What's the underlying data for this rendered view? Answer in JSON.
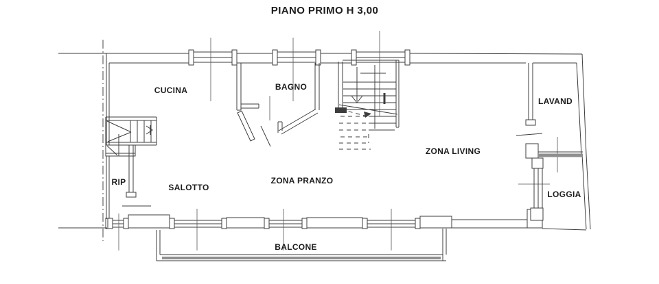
{
  "title": "PIANO PRIMO H 3,00",
  "rooms": {
    "cucina": {
      "label": "CUCINA"
    },
    "bagno": {
      "label": "BAGNO"
    },
    "lavanderia": {
      "label": "LAVAND"
    },
    "ripostiglio": {
      "label": "RIP"
    },
    "salotto": {
      "label": "SALOTTO"
    },
    "zona_pranzo": {
      "label": "ZONA PRANZO"
    },
    "zona_living": {
      "label": "ZONA LIVING"
    },
    "loggia": {
      "label": "LOGGIA"
    },
    "balcone": {
      "label": "BALCONE"
    }
  },
  "colors": {
    "line": "#3d3d3d",
    "thick_gray": "#8f8f8f",
    "background": "#ffffff",
    "text": "#1c1c1c"
  }
}
